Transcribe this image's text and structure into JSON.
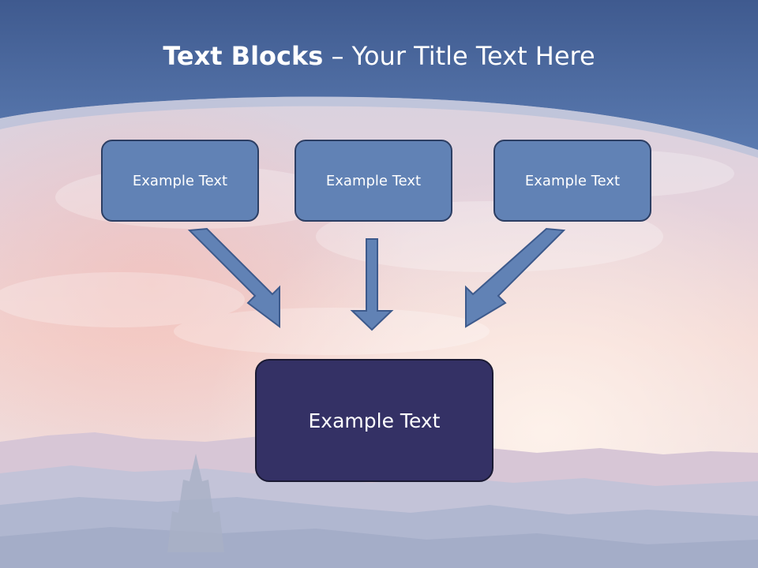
{
  "slide": {
    "title_bold": "Text Blocks",
    "title_dash": "–",
    "title_rest": "Your Title Text Here",
    "blocks": [
      {
        "label": "Example Text"
      },
      {
        "label": "Example Text"
      },
      {
        "label": "Example Text"
      }
    ],
    "target": {
      "label": "Example Text"
    }
  },
  "colors": {
    "header_band": "#4f6da3",
    "block_fill": "#6182b5",
    "block_border": "#2c3e63",
    "target_fill": "#343165",
    "arrow_fill": "#6182b5",
    "arrow_stroke": "#3d5a8c"
  }
}
